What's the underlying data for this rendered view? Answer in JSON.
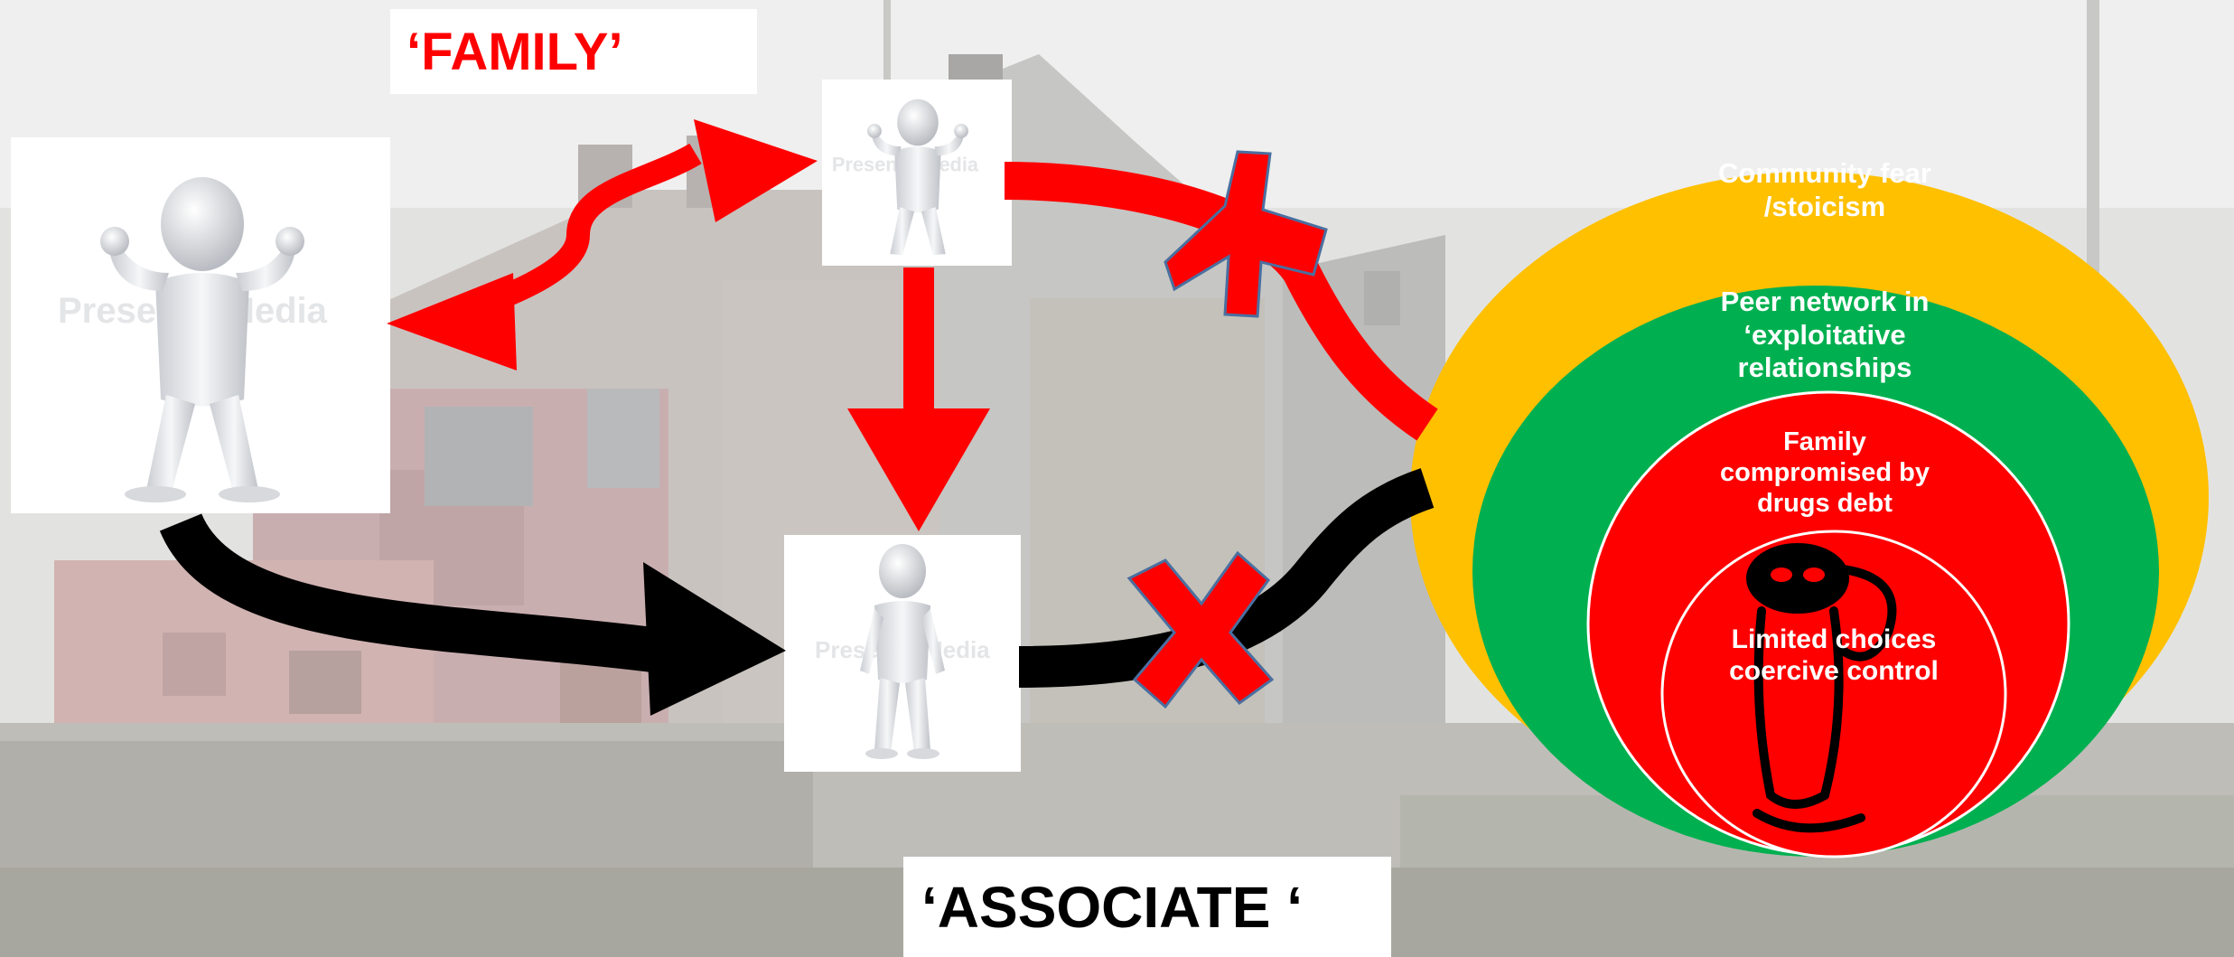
{
  "labels": {
    "family": "‘FAMILY’",
    "associate": "‘ASSOCIATE ‘"
  },
  "figures": {
    "watermark": "PresenterMedia"
  },
  "circles": {
    "community": "Community fear /stoicism",
    "peer": "Peer network in ‘exploitative relationships",
    "family": "Family compromised by drugs debt",
    "limited": "Limited choices coercive control"
  },
  "colors": {
    "community": "#ffc000",
    "peer": "#00b050",
    "family": "#ff0000",
    "arrow_red": "#ff0000",
    "arrow_black": "#000000"
  }
}
